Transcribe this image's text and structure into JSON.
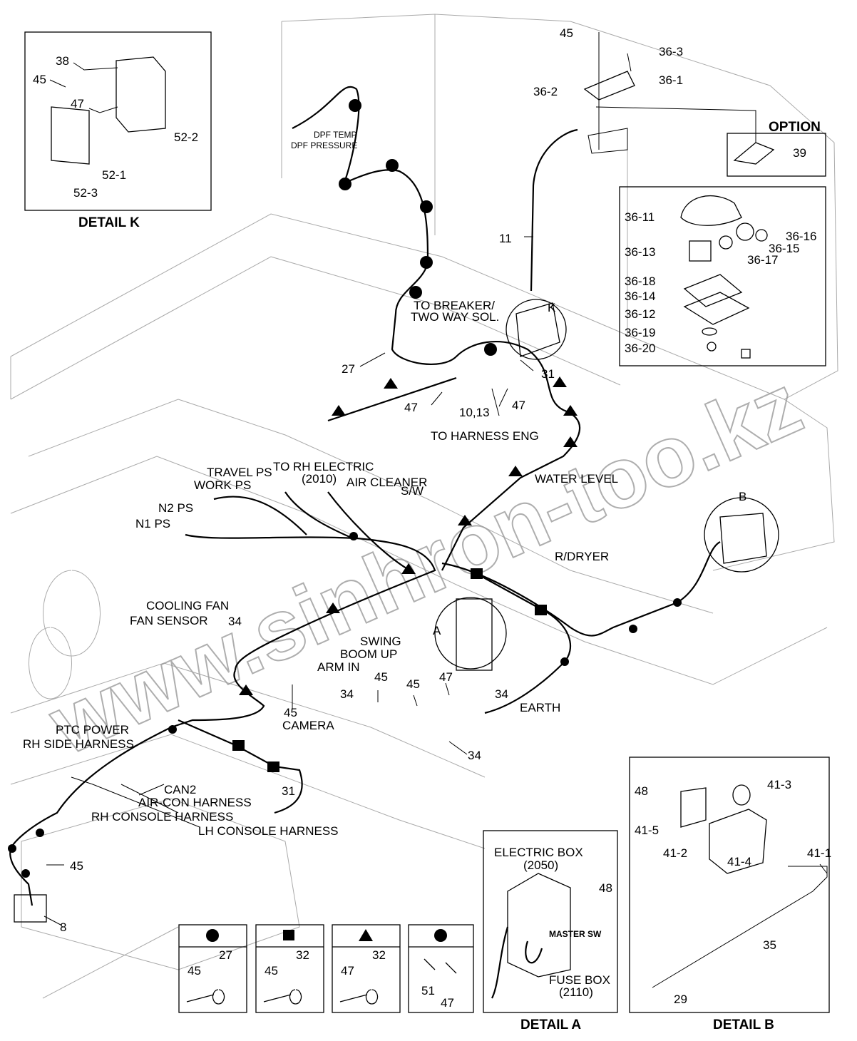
{
  "watermark": "www.sinhron-too.kz",
  "detail_k": {
    "title": "DETAIL K",
    "labels": [
      "38",
      "45",
      "47",
      "52-2",
      "52-1",
      "52-3"
    ]
  },
  "top_parts": {
    "labels": [
      "45",
      "36-3",
      "36-1",
      "36-2",
      "11",
      "K"
    ]
  },
  "option": {
    "title": "OPTION",
    "label": "39"
  },
  "lamp_kit": {
    "labels": [
      "36-11",
      "36-16",
      "36-15",
      "36-13",
      "36-17",
      "36-18",
      "36-14",
      "36-12",
      "36-19",
      "36-20"
    ]
  },
  "harness_labels": {
    "dpf_temp": "DPF TEMP",
    "dpf_pressure": "DPF PRESSURE",
    "to_breaker": "TO BREAKER/",
    "two_way_sol": "TWO WAY SOL.",
    "p27": "27",
    "p31a": "31",
    "p47a": "47",
    "p10_13": "10,13",
    "p47b": "47",
    "to_harness_eng": "TO HARNESS ENG",
    "travel_ps": "TRAVEL PS",
    "work_ps": "WORK PS",
    "to_rh_electric": "TO RH ELECTRIC",
    "rh_electric_no": "(2010)",
    "air_cleaner": "AIR CLEANER",
    "sw": "S/W",
    "water_level": "WATER LEVEL",
    "n2_ps": "N2 PS",
    "n1_ps": "N1 PS",
    "b": "B",
    "r_dryer": "R/DRYER",
    "cooling_fan": "COOLING FAN",
    "fan_sensor": "FAN SENSOR",
    "p34a": "34",
    "swing": "SWING",
    "boom_up": "BOOM UP",
    "arm_in": "ARM IN",
    "a": "A",
    "p45a": "45",
    "p45b": "45",
    "p47c": "47",
    "p34b": "34",
    "p45c": "45",
    "p34c": "34",
    "earth": "EARTH",
    "camera": "CAMERA",
    "p34d": "34",
    "ptc_power": "PTC POWER",
    "rh_side_harness": "RH SIDE HARNESS",
    "p31b": "31",
    "can2": "CAN2",
    "air_con_harness": "AIR-CON HARNESS",
    "rh_console_harness": "RH CONSOLE HARNESS",
    "lh_console_harness": "LH CONSOLE HARNESS",
    "p45d": "45",
    "p8": "8"
  },
  "legend": [
    {
      "symbol": "circle",
      "parts": [
        "45",
        "27"
      ]
    },
    {
      "symbol": "square",
      "parts": [
        "45",
        "32"
      ]
    },
    {
      "symbol": "triangle",
      "parts": [
        "47",
        "32"
      ]
    },
    {
      "symbol": "circle",
      "parts": [
        "51",
        "47"
      ]
    }
  ],
  "detail_a": {
    "title": "DETAIL A",
    "electric_box": "ELECTRIC BOX",
    "electric_box_no": "(2050)",
    "p48": "48",
    "master_sw": "MASTER SW",
    "fuse_box": "FUSE BOX",
    "fuse_box_no": "(2110)"
  },
  "detail_b": {
    "title": "DETAIL  B",
    "labels": [
      "48",
      "41-3",
      "41-5",
      "41-2",
      "41-1",
      "41-4",
      "35",
      "29"
    ]
  }
}
